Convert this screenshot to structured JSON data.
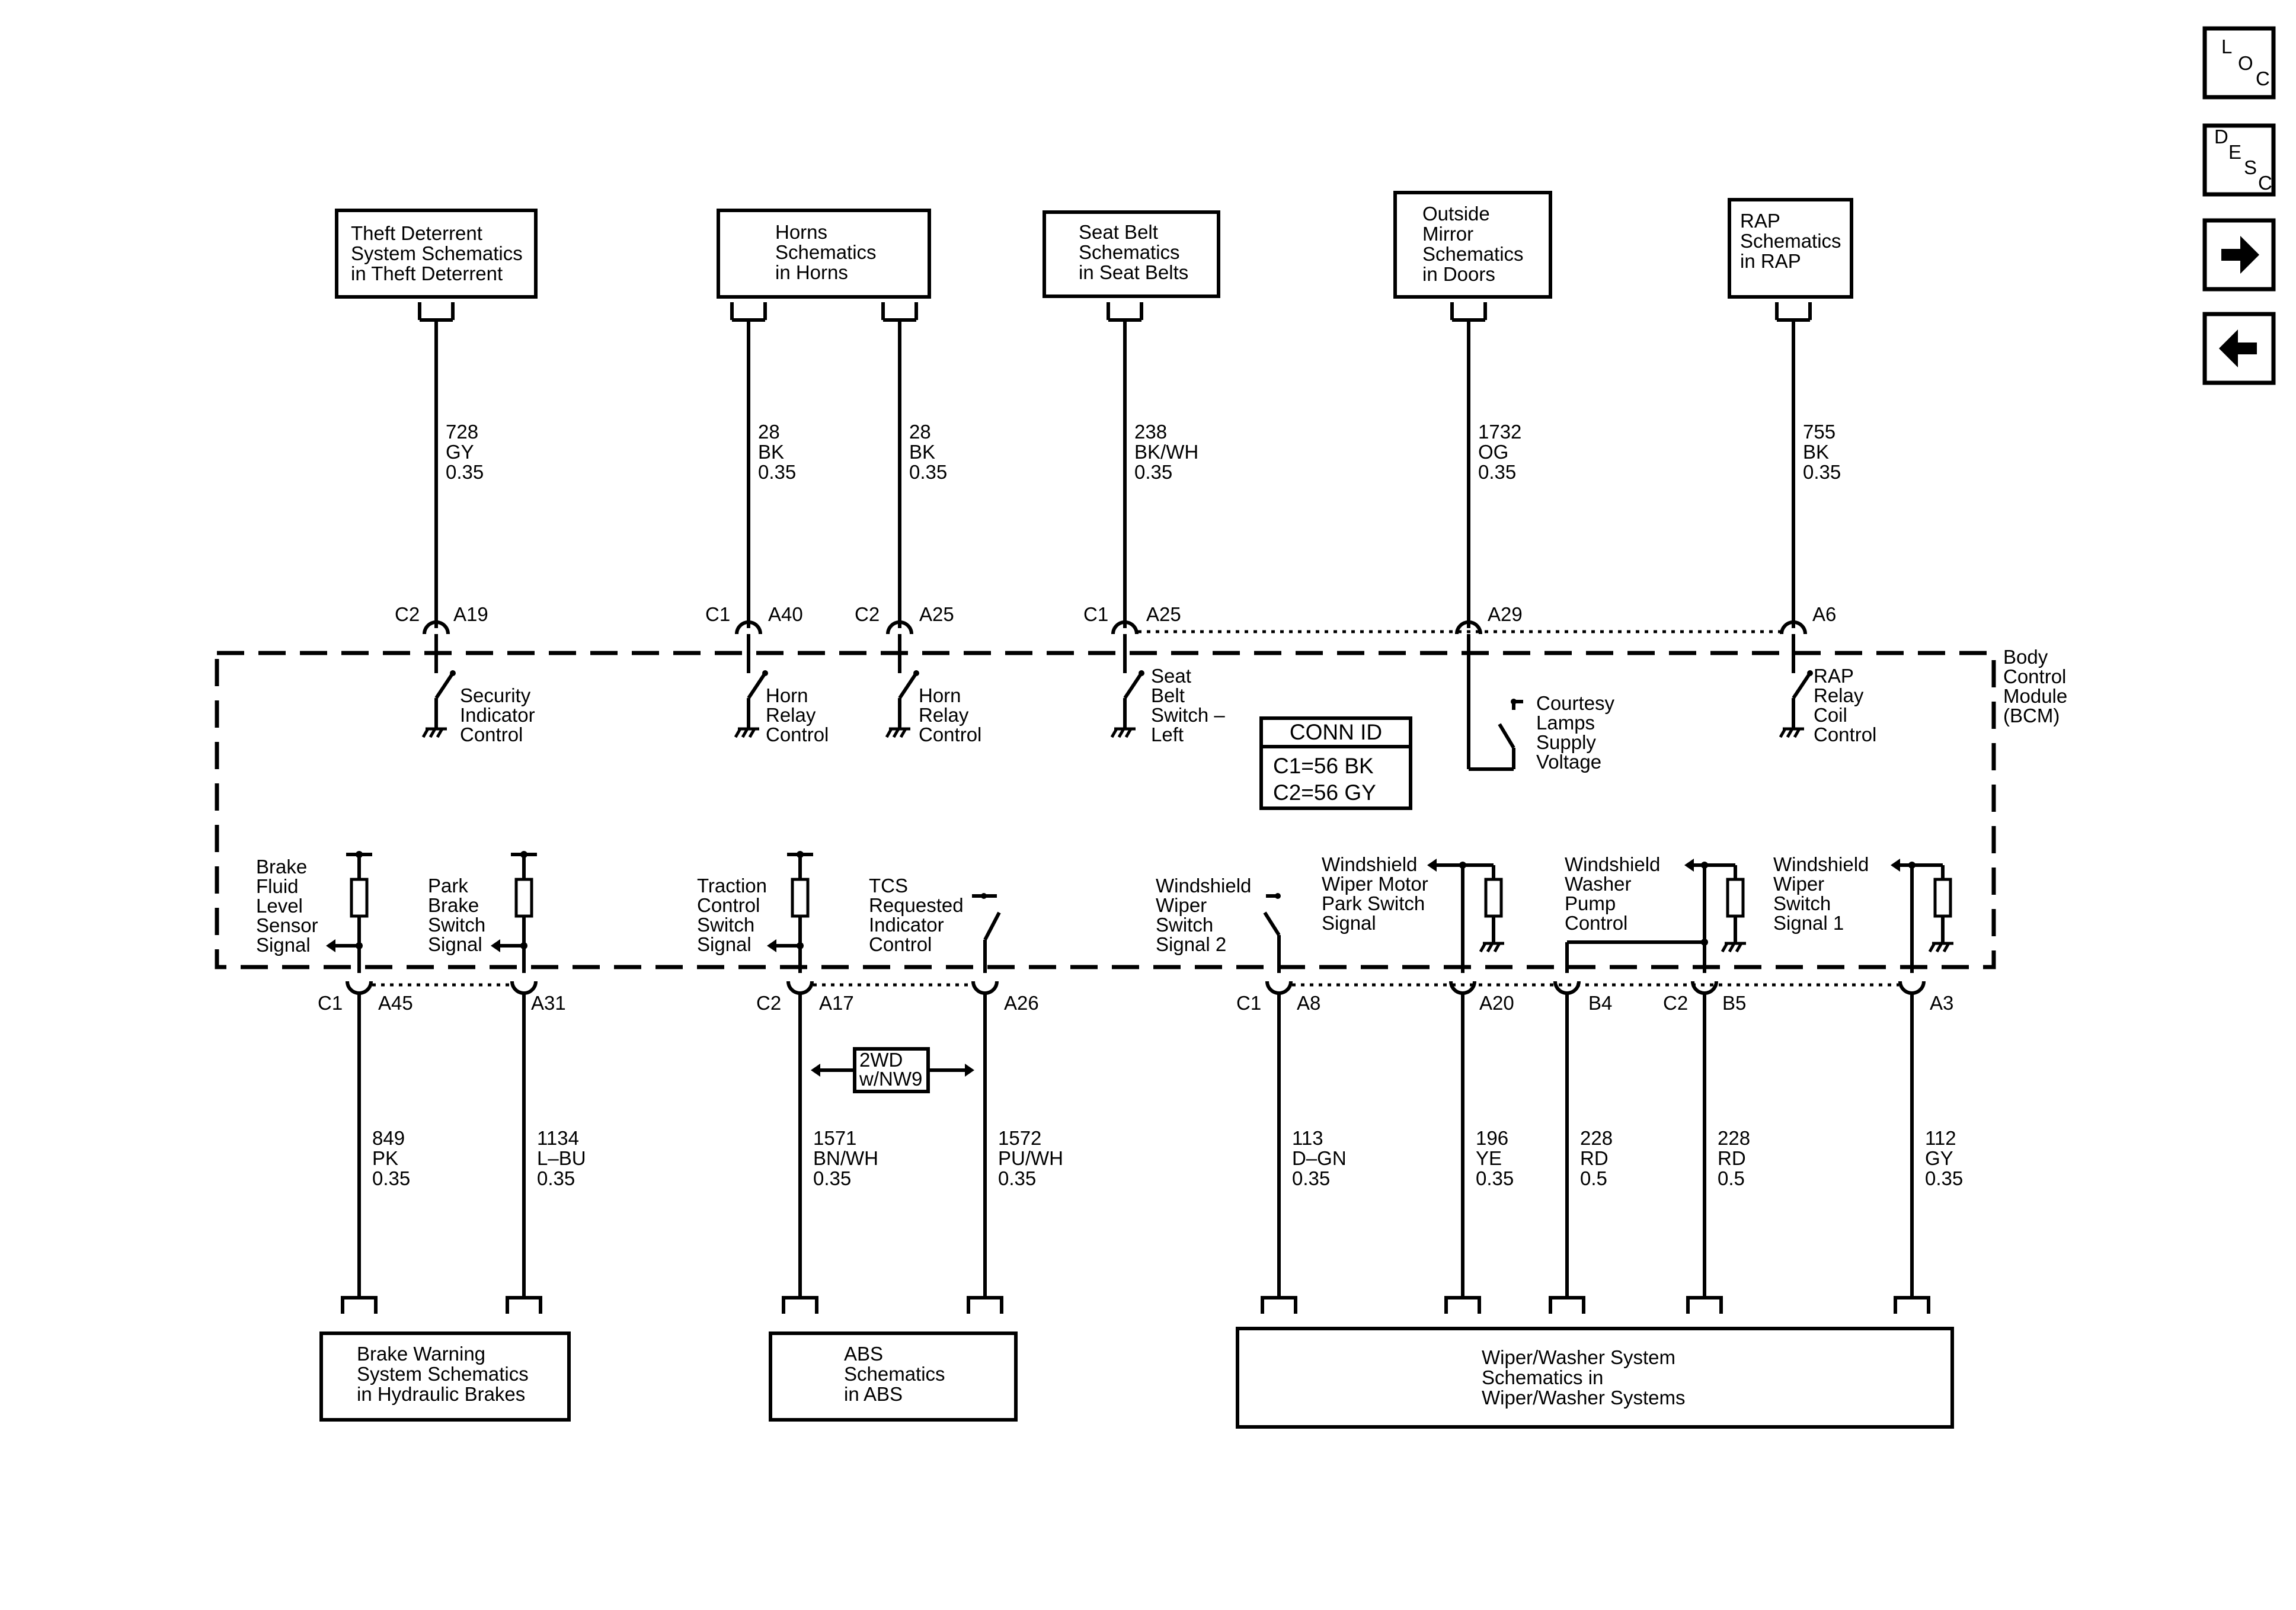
{
  "nav": {
    "loc": [
      "L",
      "O",
      "C"
    ],
    "desc": [
      "D",
      "E",
      "S",
      "C"
    ],
    "next_icon": "arrow-right-icon",
    "prev_icon": "arrow-left-icon"
  },
  "top_boxes": {
    "theft": [
      "Theft Deterrent",
      "System Schematics",
      "in Theft Deterrent"
    ],
    "horns": [
      "Horns",
      "Schematics",
      "in Horns"
    ],
    "seatbelt": [
      "Seat Belt",
      "Schematics",
      "in Seat Belts"
    ],
    "mirror": [
      "Outside",
      "Mirror",
      "Schematics",
      "in Doors"
    ],
    "rap": [
      "RAP",
      "Schematics",
      "in RAP"
    ]
  },
  "bottom_boxes": {
    "brake": [
      "Brake Warning",
      "System Schematics",
      "in Hydraulic Brakes"
    ],
    "abs": [
      "ABS",
      "Schematics",
      "in ABS"
    ],
    "wiper": [
      "Wiper/Washer System",
      "Schematics in",
      "Wiper/Washer Systems"
    ]
  },
  "top_wires": [
    [
      "728",
      "GY",
      "0.35"
    ],
    [
      "28",
      "BK",
      "0.35"
    ],
    [
      "28",
      "BK",
      "0.35"
    ],
    [
      "238",
      "BK/WH",
      "0.35"
    ],
    [
      "1732",
      "OG",
      "0.35"
    ],
    [
      "755",
      "BK",
      "0.35"
    ]
  ],
  "bottom_wires": [
    [
      "849",
      "PK",
      "0.35"
    ],
    [
      "1134",
      "L–BU",
      "0.35"
    ],
    [
      "1571",
      "BN/WH",
      "0.35"
    ],
    [
      "1572",
      "PU/WH",
      "0.35"
    ],
    [
      "113",
      "D–GN",
      "0.35"
    ],
    [
      "196",
      "YE",
      "0.35"
    ],
    [
      "228",
      "RD",
      "0.5"
    ],
    [
      "228",
      "RD",
      "0.5"
    ],
    [
      "112",
      "GY",
      "0.35"
    ]
  ],
  "top_pins": {
    "p1": [
      "C2",
      "A19"
    ],
    "p2": [
      "C1",
      "A40"
    ],
    "p3": [
      "C2",
      "A25"
    ],
    "p4": [
      "C1",
      "A25"
    ],
    "p5": "A29",
    "p6": "A6"
  },
  "bottom_pins": {
    "p1": [
      "C1",
      "A45"
    ],
    "p2": "A31",
    "p3": [
      "C2",
      "A17"
    ],
    "p4": "A26",
    "p5": [
      "C1",
      "A8"
    ],
    "p6": "A20",
    "p7": "B4",
    "p8": [
      "C2",
      "B5"
    ],
    "p9": "A3"
  },
  "module": {
    "name": [
      "Body",
      "Control",
      "Module",
      "(BCM)"
    ]
  },
  "conn_id": {
    "title": "CONN ID",
    "c1": "C1=56 BK",
    "c2": "C2=56 GY"
  },
  "option_box": [
    "2WD",
    "w/NW9"
  ],
  "internal_labels": {
    "security": [
      "Security",
      "Indicator",
      "Control"
    ],
    "horn1": [
      "Horn",
      "Relay",
      "Control"
    ],
    "horn2": [
      "Horn",
      "Relay",
      "Control"
    ],
    "seatbelt": [
      "Seat",
      "Belt",
      "Switch –",
      "Left"
    ],
    "courtesy": [
      "Courtesy",
      "Lamps",
      "Supply",
      "Voltage"
    ],
    "rap": [
      "RAP",
      "Relay",
      "Coil",
      "Control"
    ],
    "brake_fluid": [
      "Brake",
      "Fluid",
      "Level",
      "Sensor",
      "Signal"
    ],
    "park_brake": [
      "Park",
      "Brake",
      "Switch",
      "Signal"
    ],
    "traction": [
      "Traction",
      "Control",
      "Switch",
      "Signal"
    ],
    "tcs": [
      "TCS",
      "Requested",
      "Indicator",
      "Control"
    ],
    "ws_switch2": [
      "Windshield",
      "Wiper",
      "Switch",
      "Signal 2"
    ],
    "ws_motor_park": [
      "Windshield",
      "Wiper Motor",
      "Park Switch",
      "Signal"
    ],
    "ws_pump": [
      "Windshield",
      "Washer",
      "Pump",
      "Control"
    ],
    "ws_switch1": [
      "Windshield",
      "Wiper",
      "Switch",
      "Signal 1"
    ]
  }
}
